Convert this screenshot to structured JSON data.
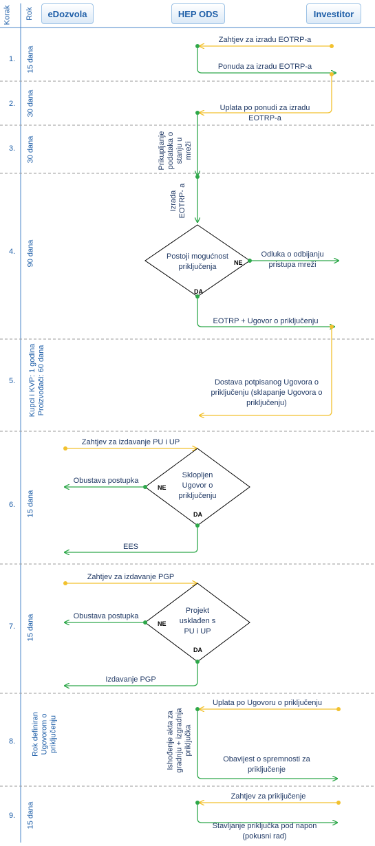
{
  "header": {
    "korak": "Korak",
    "rok": "Rok",
    "lane_edozvola": "eDozvola",
    "lane_hepods": "HEP ODS",
    "lane_investitor": "Investitor"
  },
  "steps": [
    {
      "num": "1.",
      "rok": [
        "15 dana"
      ]
    },
    {
      "num": "2.",
      "rok": [
        "30 dana"
      ]
    },
    {
      "num": "3.",
      "rok": [
        "30 dana"
      ]
    },
    {
      "num": "4.",
      "rok": [
        "90 dana"
      ]
    },
    {
      "num": "5.",
      "rok": [
        "Kupci i KVP: 1 godina",
        "Proizvođači: 60 dana"
      ]
    },
    {
      "num": "6.",
      "rok": [
        "15 dana"
      ]
    },
    {
      "num": "7.",
      "rok": [
        "15 dana"
      ]
    },
    {
      "num": "8.",
      "rok": [
        "Rok definiran",
        "Ugovorom o",
        "priključenju"
      ]
    },
    {
      "num": "9.",
      "rok": [
        "15 dana"
      ]
    }
  ],
  "flow": {
    "s1_request": "Zahtjev za izradu EOTRP-a",
    "s1_offer": "Ponuda za izradu EOTRP-a",
    "s2_payment": [
      "Uplata po ponudi za izradu",
      "EOTRP-a"
    ],
    "s3_collect": [
      "Prikupljanje",
      "podataka o",
      "stanju u",
      "mreži"
    ],
    "s4_make": [
      "Izrada",
      "EOTRP- a"
    ],
    "s4_decision": [
      "Postoji mogućnost",
      "priključenja"
    ],
    "s4_ne": "NE",
    "s4_da": "DA",
    "s4_reject": [
      "Odluka o odbijanju",
      "pristupa mreži"
    ],
    "s4_contract": "EOTRP + Ugovor o priključenju",
    "s5_delivery": [
      "Dostava potpisanog Ugovora o",
      "priključenju (sklapanje Ugovora o",
      "priključenju)"
    ],
    "s6_request": "Zahtjev za izdavanje PU i UP",
    "s6_stop": "Obustava postupka",
    "s6_decision": [
      "Sklopljen",
      "Ugovor o",
      "priključenju"
    ],
    "s6_ne": "NE",
    "s6_da": "DA",
    "s6_ees": "EES",
    "s7_request": "Zahtjev za izdavanje PGP",
    "s7_stop": "Obustava postupka",
    "s7_decision": [
      "Projekt",
      "usklađen s",
      "PU i UP"
    ],
    "s7_ne": "NE",
    "s7_da": "DA",
    "s7_issue": "Izdavanje PGP",
    "s8_payment": "Uplata po Ugovoru o priključenju",
    "s8_build": [
      "Ishođenje akta za",
      "gradnju + izgradnja",
      "priključka"
    ],
    "s8_notice": [
      "Obavijest o spremnosti za",
      "priključenje"
    ],
    "s9_request": "Zahtjev za priključenje",
    "s9_power": [
      "Stavljanje priključka pod napon",
      "(pokusni rad)"
    ]
  },
  "colors": {
    "green": "#2ea84a",
    "yellow": "#f2c12e",
    "blue": "#1f5fa8",
    "guide": "#4a86c8"
  }
}
